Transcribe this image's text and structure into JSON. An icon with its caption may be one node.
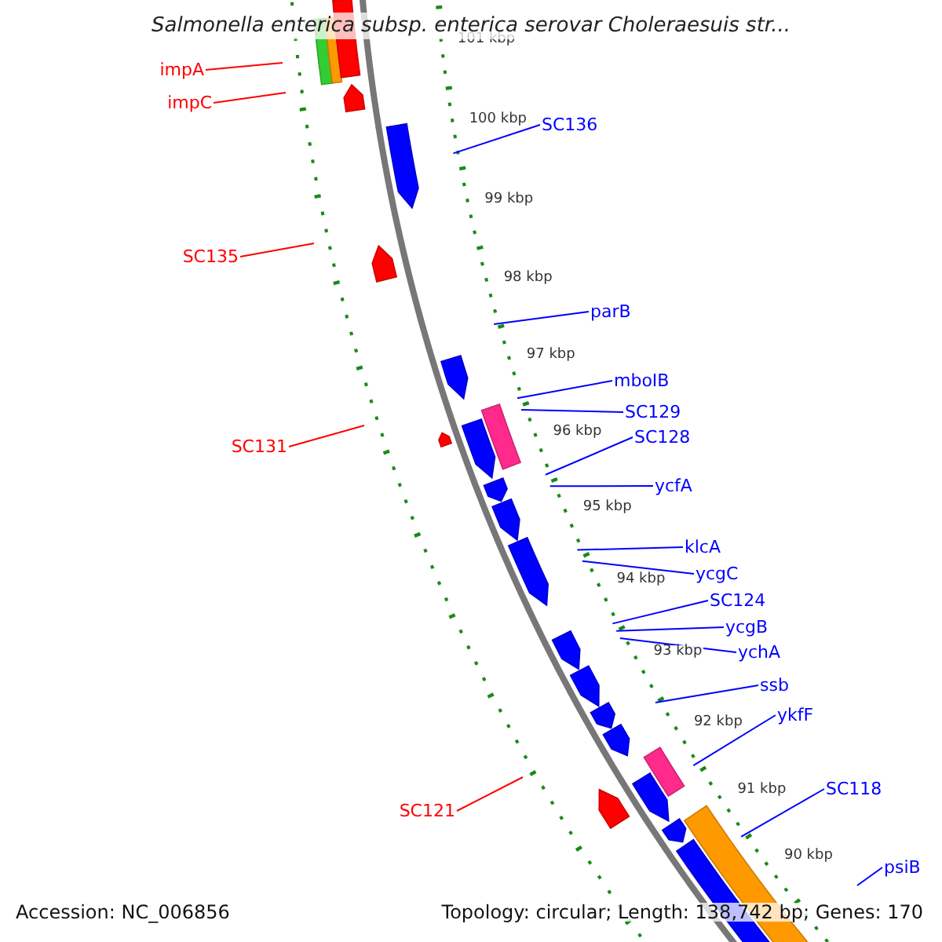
{
  "diagram": {
    "title": "Salmonella enterica subsp. enterica serovar Choleraesuis str...",
    "nodes": [
      {
        "text": [
          "impA"
        ]
      },
      {
        "text": [
          "impC"
        ]
      },
      {
        "text": [
          "SC136"
        ]
      },
      {
        "text": [
          "SC135"
        ]
      },
      {
        "text": [
          "parB"
        ]
      },
      {
        "text": [
          "mboIB"
        ]
      },
      {
        "text": [
          "SC129"
        ]
      },
      {
        "text": [
          "SC128"
        ]
      },
      {
        "text": [
          "SC131"
        ]
      },
      {
        "text": [
          "ycfA"
        ]
      },
      {
        "text": [
          "klcA"
        ]
      },
      {
        "text": [
          "ycgC"
        ]
      },
      {
        "text": [
          "SC124"
        ]
      },
      {
        "text": [
          "ycgB"
        ]
      },
      {
        "text": [
          "ychA"
        ]
      },
      {
        "text": [
          "ssb"
        ]
      },
      {
        "text": [
          "ykfF"
        ]
      },
      {
        "text": [
          "SC121"
        ]
      },
      {
        "text": [
          "SC118"
        ]
      },
      {
        "text": [
          "psiB"
        ]
      }
    ],
    "edges": [
      {
        "from": 0,
        "to": null,
        "arrow": "none",
        "color": "#ff0000"
      },
      {
        "from": 1,
        "to": null,
        "arrow": "none",
        "color": "#ff0000"
      },
      {
        "from": 2,
        "to": null,
        "arrow": "none"
      },
      {
        "from": 3,
        "to": null,
        "arrow": "none",
        "color": "#ff0000"
      },
      {
        "from": 4,
        "to": null,
        "arrow": "none"
      },
      {
        "from": 5,
        "to": null,
        "arrow": "none"
      },
      {
        "from": 6,
        "to": null,
        "arrow": "none"
      },
      {
        "from": 7,
        "to": null,
        "arrow": "none"
      },
      {
        "from": 8,
        "to": null,
        "arrow": "none",
        "color": "#ff0000"
      },
      {
        "from": 9,
        "to": null,
        "arrow": "none"
      },
      {
        "from": 10,
        "to": null,
        "arrow": "none"
      },
      {
        "from": 11,
        "to": null,
        "arrow": "none"
      },
      {
        "from": 12,
        "to": null,
        "arrow": "none"
      },
      {
        "from": 13,
        "to": null,
        "arrow": "none"
      },
      {
        "from": 14,
        "to": null,
        "arrow": "none"
      },
      {
        "from": 15,
        "to": null,
        "arrow": "none"
      },
      {
        "from": 16,
        "to": null,
        "arrow": "none"
      },
      {
        "from": 17,
        "to": null,
        "arrow": "none",
        "color": "#ff0000"
      },
      {
        "from": 18,
        "to": null,
        "arrow": "none"
      },
      {
        "from": 19,
        "to": null,
        "arrow": "none"
      }
    ],
    "labels": [
      "101 kbp",
      "100 kbp",
      "99 kbp",
      "98 kbp",
      "97 kbp",
      "96 kbp",
      "95 kbp",
      "94 kbp",
      "93 kbp",
      "92 kbp",
      "91 kbp",
      "90 kbp",
      "Accession: NC_006856",
      "Topology: circular; Length: 138,742 bp; Genes: 170"
    ]
  }
}
